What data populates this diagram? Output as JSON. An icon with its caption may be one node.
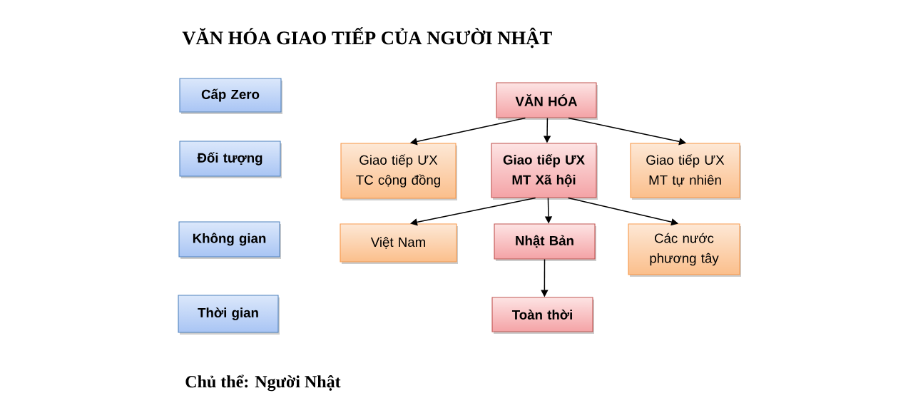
{
  "diagram": {
    "title": "VĂN HÓA GIAO TIẾP CỦA NGƯỜI NHẬT",
    "caption": "Chủ thể: Người Nhật",
    "nodes": [
      {
        "text": [
          "Cấp Zero"
        ]
      },
      {
        "text": [
          "Đối tượng"
        ]
      },
      {
        "text": [
          "Không gian"
        ]
      },
      {
        "text": [
          "Thời gian"
        ]
      },
      {
        "text": [
          "VĂN HÓA"
        ]
      },
      {
        "text": [
          "Giao tiếp ƯX TC cộng đồng"
        ]
      },
      {
        "text": [
          "Giao tiếp ƯX MT Xã hội"
        ]
      },
      {
        "text": [
          "Giao tiếp ƯX MT tự nhiên"
        ]
      },
      {
        "text": [
          "Việt Nam"
        ]
      },
      {
        "text": [
          "Nhật Bản"
        ]
      },
      {
        "text": [
          "Các nước phương tây"
        ]
      },
      {
        "text": [
          "Toàn thời"
        ]
      }
    ],
    "edges": [
      {
        "from": 4,
        "to": 5,
        "arrow": "to"
      },
      {
        "from": 4,
        "to": 6,
        "arrow": "to"
      },
      {
        "from": 4,
        "to": 7,
        "arrow": "to"
      },
      {
        "from": 6,
        "to": 8,
        "arrow": "to"
      },
      {
        "from": 6,
        "to": 9,
        "arrow": "to"
      },
      {
        "from": 6,
        "to": 10,
        "arrow": "to"
      },
      {
        "from": 9,
        "to": 11,
        "arrow": "to"
      }
    ]
  }
}
